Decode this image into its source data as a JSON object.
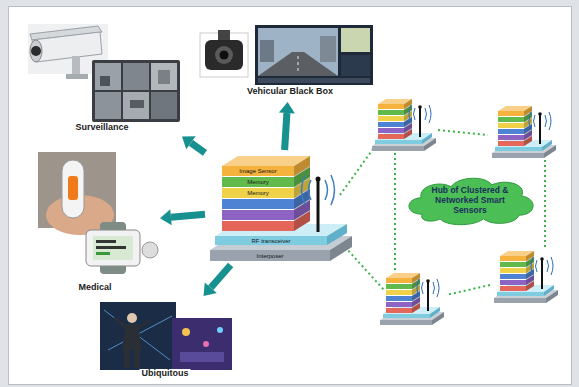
{
  "diagram": {
    "nodes": [
      {
        "text": [
          "Surveillance"
        ]
      },
      {
        "text": [
          "Vehicular Black Box"
        ]
      },
      {
        "text": [
          "Image Sensor",
          "Memory",
          "Memory",
          "RF transceiver",
          "Interposer"
        ]
      },
      {
        "text": [
          "Hub of Clustered & Networked Smart Sensors"
        ]
      },
      {
        "text": [
          "Medical"
        ]
      },
      {
        "text": [
          "Ubiquitous"
        ]
      }
    ],
    "edges": [
      {
        "from": 2,
        "to": 0,
        "arrow": "to"
      },
      {
        "from": 2,
        "to": 1,
        "arrow": "to"
      },
      {
        "from": 2,
        "to": 4,
        "arrow": "to"
      },
      {
        "from": 2,
        "to": 5,
        "arrow": "to"
      }
    ]
  }
}
